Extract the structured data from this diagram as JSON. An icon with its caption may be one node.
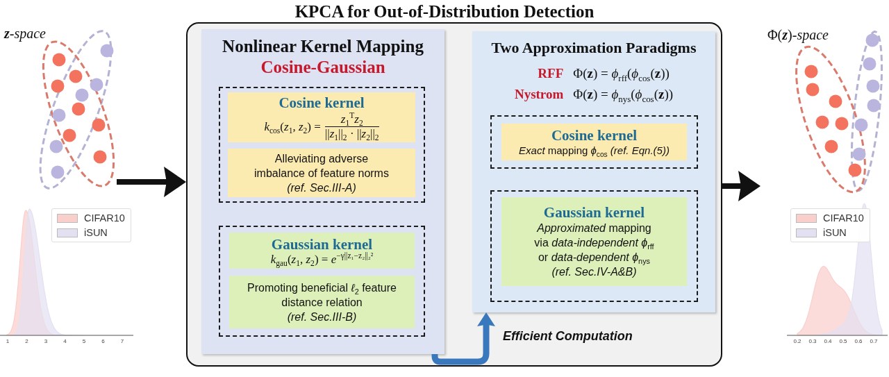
{
  "diagram": {
    "title": "KPCA for Out-of-Distribution Detection",
    "nodes": [
      {
        "text": [
          "**z**-space"
        ]
      },
      {
        "text": [],
        "shape": "box"
      },
      {
        "text": [
          "Nonlinear Kernel Mapping",
          "Cosine-Gaussian"
        ],
        "in": 1
      },
      {
        "text": [],
        "shape": "box",
        "in": 2
      },
      {
        "text": [
          "Cosine kernel",
          "*k*$_{cos}$(*z*$_{1}$, *z*$_{2}$) =",
          "*z*$_{1}$$^{T}$*z*$_{2}$",
          "||*z*$_{1}$||$_{2}$ · ||*z*$_{2}$||$_{2}$"
        ],
        "in": 3
      },
      {
        "text": [
          "Alleviating adverse imbalance of feature norms",
          "(ref. Sec.III-A)"
        ],
        "in": 3
      },
      {
        "text": [],
        "shape": "box",
        "in": 2
      },
      {
        "text": [
          "Gaussian kernel",
          "*k*$_{gau}$(*z*$_{1}$, *z*$_{2}$) = *e*$^{−γ||z₁−z₂||₂²}$"
        ],
        "in": 6
      },
      {
        "text": [
          "Promoting beneficial *ℓ*$_{2}$ feature distance relation",
          "(ref. Sec.III-B)"
        ],
        "in": 6
      },
      {
        "text": [
          "Two Approximation Paradigms",
          "RFF",
          "Φ(**z**) = *ϕ*$_{rff}$(*ϕ*$_{cos}$(**z**))",
          "Nystrom",
          "Φ(**z**) = *ϕ*$_{nys}$(*ϕ*$_{cos}$(**z**))"
        ],
        "in": 1
      },
      {
        "text": [],
        "shape": "box",
        "in": 9
      },
      {
        "text": [
          "Cosine kernel",
          "*Exact* mapping *ϕ*$_{cos}$ *(ref. Eqn.(5))*"
        ],
        "in": 10
      },
      {
        "text": [],
        "shape": "box",
        "in": 9
      },
      {
        "text": [
          "Gaussian kernel",
          "*Approximated* mapping via *data-independent ϕ*$_{rff}$ or *data-dependent ϕ*$_{nys}$",
          "(ref. Sec.IV-A&B)"
        ],
        "in": 12
      },
      {
        "text": [
          "Φ(**z**)-*space*"
        ]
      }
    ],
    "edges": [
      {
        "from": 0,
        "to": 1,
        "arrow": "to"
      },
      {
        "from": 1,
        "to": 14,
        "arrow": "to"
      },
      {
        "from": 2,
        "to": 9,
        "arrow": "to",
        "label": "Efficient Computation",
        "color": "#3a78bd"
      }
    ],
    "labels": [
      "1",
      "2",
      "3",
      "4",
      "5",
      "6",
      "7",
      "0.2",
      "0.3",
      "0.4",
      "0.5",
      "0.6",
      "0.7"
    ],
    "legend": [
      {
        "text": "CIFAR10",
        "color": "#f9cfcc"
      },
      {
        "text": "iSUN",
        "color": "#e3e1f1"
      },
      {
        "text": "CIFAR10",
        "color": "#f9cfcc"
      },
      {
        "text": "iSUN",
        "color": "#e3e1f1"
      }
    ]
  }
}
